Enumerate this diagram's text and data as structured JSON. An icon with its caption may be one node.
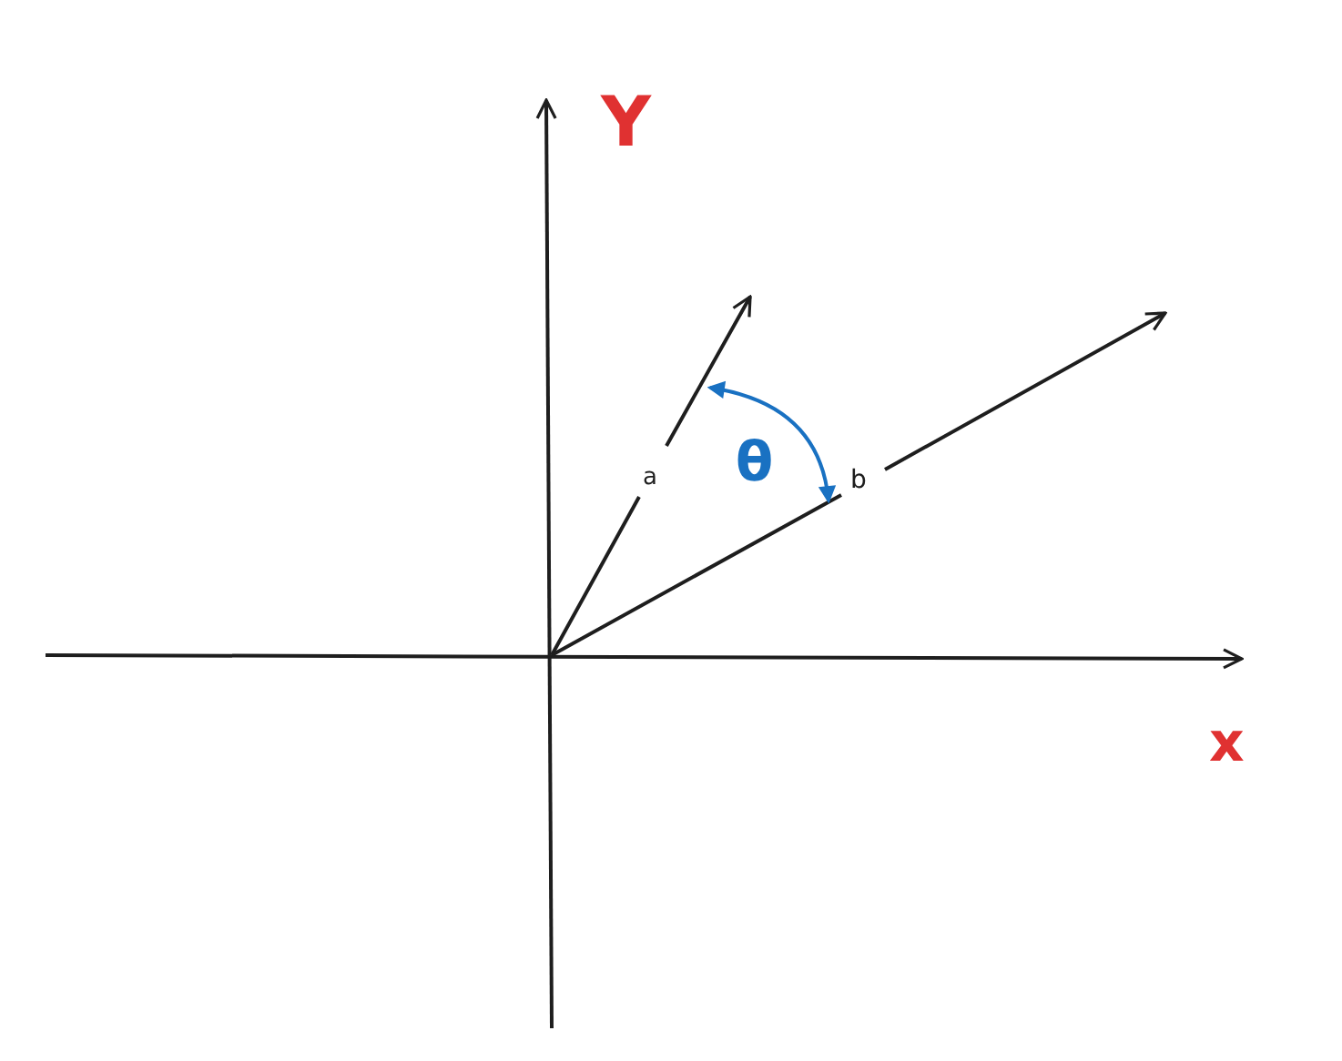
{
  "diagram": {
    "labels": [
      "Y",
      "a",
      "θ",
      "b",
      "x"
    ]
  }
}
